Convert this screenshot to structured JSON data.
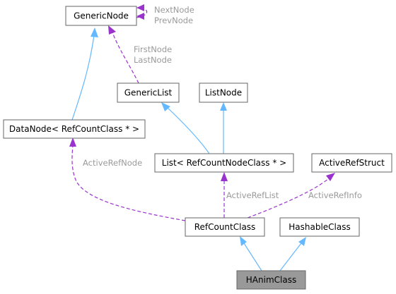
{
  "diagram": {
    "nodes": {
      "generic_node": "GenericNode",
      "generic_list": "GenericList",
      "list_node": "ListNode",
      "data_node": "DataNode< RefCountClass * >",
      "list_refcount": "List< RefCountNodeClass * >",
      "active_ref_struct": "ActiveRefStruct",
      "refcount_class": "RefCountClass",
      "hashable_class": "HashableClass",
      "hanim_class": "HAnimClass"
    },
    "edge_labels": {
      "next_node": "NextNode",
      "prev_node": "PrevNode",
      "first_node": "FirstNode",
      "last_node": "LastNode",
      "active_ref_node": "ActiveRefNode",
      "active_ref_list": "ActiveRefList",
      "active_ref_info": "ActiveRefInfo"
    },
    "colors": {
      "inheritance_edge": "#63b8ff",
      "usage_edge": "#9a32cd",
      "edge_label": "#9a9a9a",
      "highlighted_node": "#999999"
    }
  }
}
